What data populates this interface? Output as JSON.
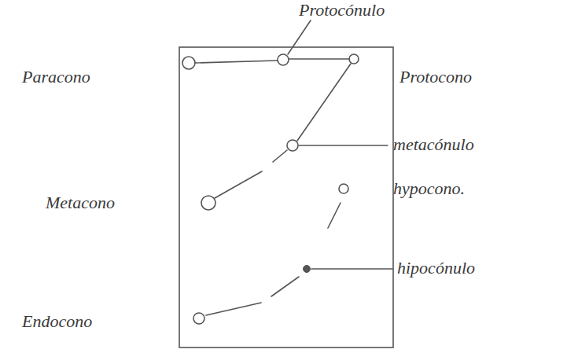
{
  "diagram": {
    "labels": [
      "Protocónulo",
      "Paracono",
      "Protocono",
      "metacónulo",
      "Metacono",
      "hypocono.",
      "hipocónulo",
      "Endocono"
    ]
  }
}
